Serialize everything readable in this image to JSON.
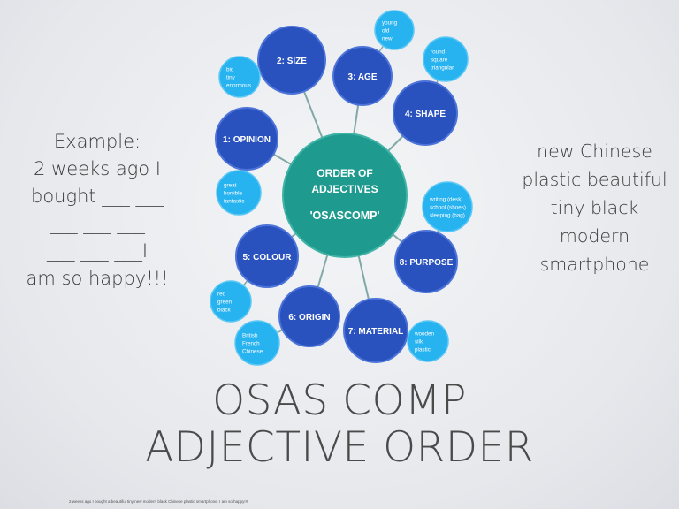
{
  "example": {
    "lines": [
      "Example:",
      "2 weeks ago I",
      "bought ___ ___",
      "___ ___ ___",
      "___ ___ ___I",
      "am so happy!!!"
    ]
  },
  "answer": {
    "lines": [
      "new Chinese",
      "plastic beautiful",
      "tiny  black",
      "modern",
      "smartphone"
    ]
  },
  "diagram": {
    "center": [
      "ORDER OF",
      "ADJECTIVES",
      "'OSASCOMP'"
    ],
    "nodes": [
      {
        "id": "opinion",
        "label": "1: OPINION"
      },
      {
        "id": "size",
        "label": "2: SIZE"
      },
      {
        "id": "age",
        "label": "3: AGE"
      },
      {
        "id": "shape",
        "label": "4: SHAPE"
      },
      {
        "id": "colour",
        "label": "5: COLOUR"
      },
      {
        "id": "origin",
        "label": "6: ORIGIN"
      },
      {
        "id": "material",
        "label": "7: MATERIAL"
      },
      {
        "id": "purpose",
        "label": "8: PURPOSE"
      }
    ],
    "examples": [
      {
        "id": "size",
        "lines": [
          "big",
          "tiny",
          "enormous"
        ]
      },
      {
        "id": "age",
        "lines": [
          "young",
          "old",
          "new"
        ]
      },
      {
        "id": "shape",
        "lines": [
          "round",
          "square",
          "triangular"
        ]
      },
      {
        "id": "opinion",
        "lines": [
          "great",
          "horrible",
          "fantastic"
        ]
      },
      {
        "id": "purpose",
        "lines": [
          "writing (desk)",
          "school (shoes)",
          "sleeping (bag)"
        ]
      },
      {
        "id": "colour",
        "lines": [
          "red",
          "green",
          "black"
        ]
      },
      {
        "id": "origin",
        "lines": [
          "British",
          "French",
          "Chinese"
        ]
      },
      {
        "id": "material",
        "lines": [
          "wooden",
          "silk",
          "plastic"
        ]
      }
    ]
  },
  "title": {
    "lines": [
      "OSAS COMP",
      "ADJECTIVE ORDER"
    ]
  },
  "footnote": "2 weeks ago I bought a beautiful tiny new modern black Chinese plastic smartphone. I am so happy!!!",
  "colors": {
    "center_fill": "#1f9a8e",
    "node_fill": "#2a52be",
    "node_stroke": "#4c74d8",
    "example_fill": "#27b2f0",
    "line": "#7fa8a6"
  }
}
